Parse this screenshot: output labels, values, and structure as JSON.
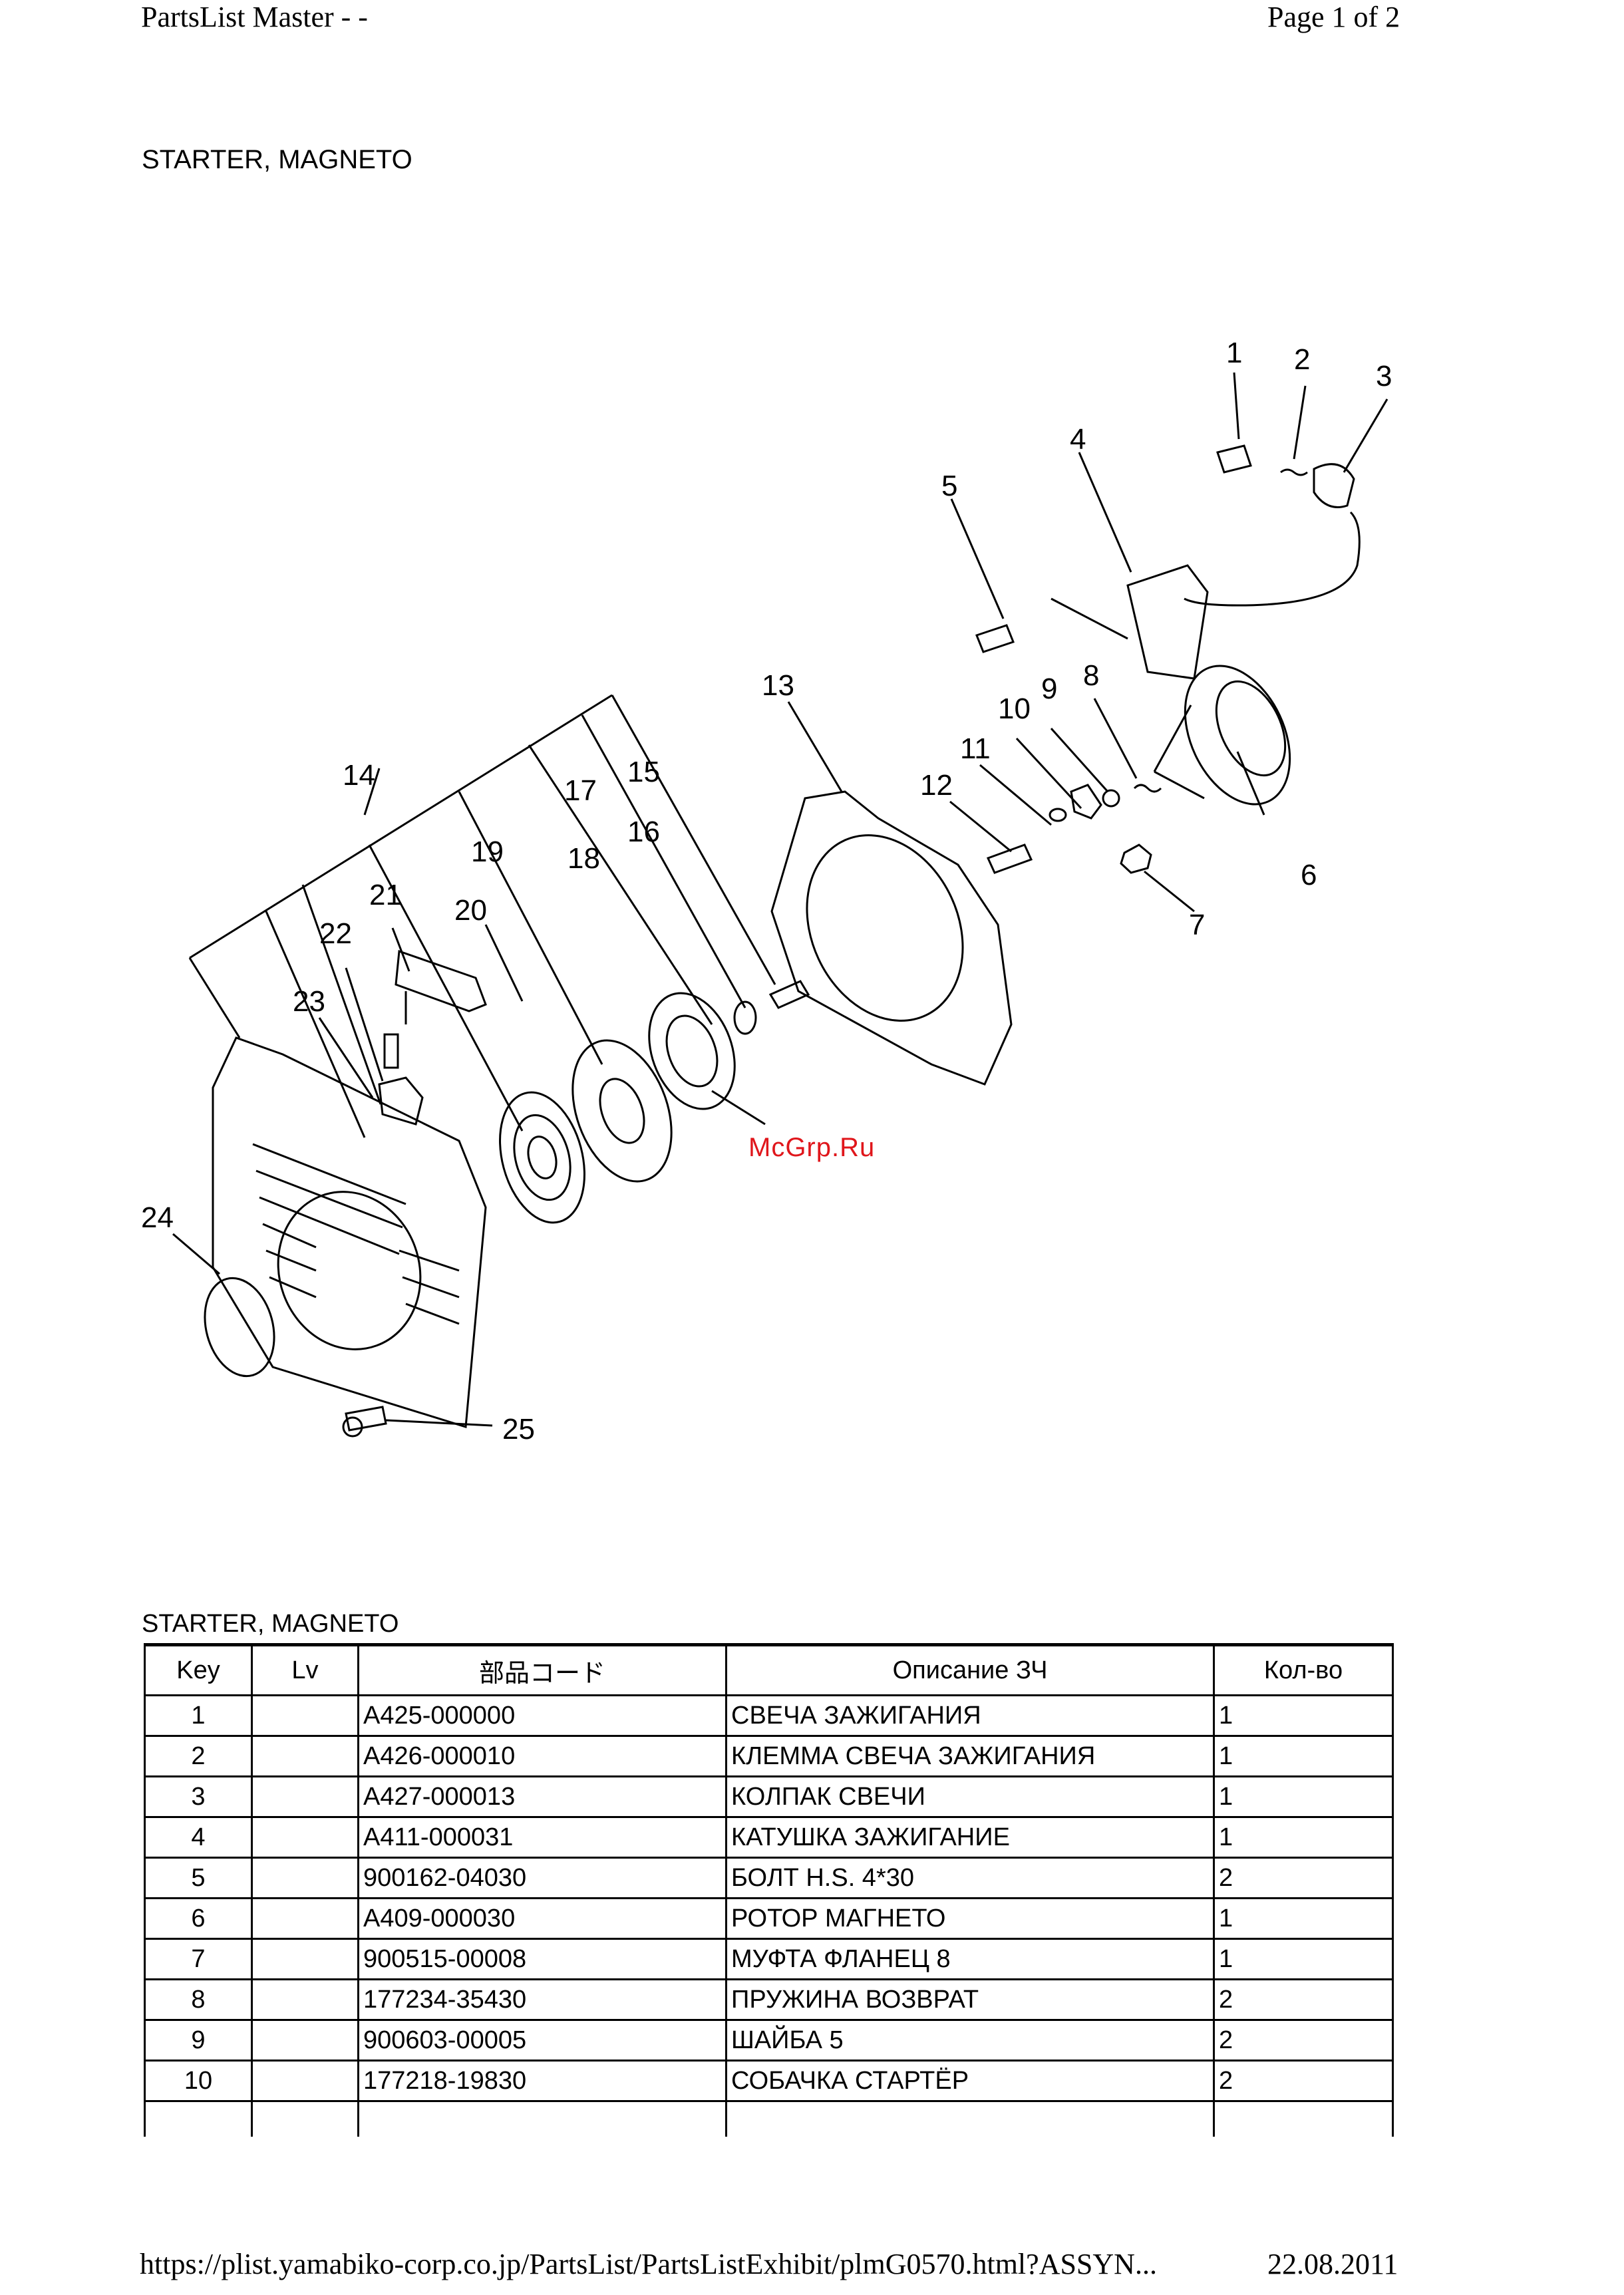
{
  "header": {
    "left": "PartsList Master - -",
    "right": "Page 1 of 2"
  },
  "section_title": "STARTER, MAGNETO",
  "diagram": {
    "callouts": [
      "1",
      "2",
      "3",
      "4",
      "5",
      "6",
      "7",
      "8",
      "9",
      "10",
      "11",
      "12",
      "13",
      "14",
      "15",
      "16",
      "17",
      "18",
      "19",
      "20",
      "21",
      "22",
      "23",
      "24",
      "25"
    ],
    "watermark": "McGrp.Ru"
  },
  "table": {
    "title": "STARTER, MAGNETO",
    "headers": [
      "Key",
      "Lv",
      "部品コード",
      "Описание ЗЧ",
      "Кол-во"
    ],
    "rows": [
      {
        "key": "1",
        "lv": "",
        "code": "A425-000000",
        "desc": "СВЕЧА ЗАЖИГАНИЯ",
        "qty": "1"
      },
      {
        "key": "2",
        "lv": "",
        "code": "A426-000010",
        "desc": "КЛЕММА СВЕЧА ЗАЖИГАНИЯ",
        "qty": "1"
      },
      {
        "key": "3",
        "lv": "",
        "code": "A427-000013",
        "desc": "КОЛПАК СВЕЧИ",
        "qty": "1"
      },
      {
        "key": "4",
        "lv": "",
        "code": "A411-000031",
        "desc": "КАТУШКА ЗАЖИГАНИЕ",
        "qty": "1"
      },
      {
        "key": "5",
        "lv": "",
        "code": "900162-04030",
        "desc": "БОЛТ H.S. 4*30",
        "qty": "2"
      },
      {
        "key": "6",
        "lv": "",
        "code": "A409-000030",
        "desc": "РОТОР МАГНЕТО",
        "qty": "1"
      },
      {
        "key": "7",
        "lv": "",
        "code": "900515-00008",
        "desc": "МУФТА ФЛАНЕЦ 8",
        "qty": "1"
      },
      {
        "key": "8",
        "lv": "",
        "code": "177234-35430",
        "desc": "ПРУЖИНА ВОЗВРАТ",
        "qty": "2"
      },
      {
        "key": "9",
        "lv": "",
        "code": "900603-00005",
        "desc": "ШАЙБА 5",
        "qty": "2"
      },
      {
        "key": "10",
        "lv": "",
        "code": "177218-19830",
        "desc": "СОБАЧКА СТАРТЁР",
        "qty": "2"
      }
    ]
  },
  "footer": {
    "url": "https://plist.yamabiko-corp.co.jp/PartsList/PartsListExhibit/plmG0570.html?ASSYN...",
    "date": "22.08.2011"
  }
}
